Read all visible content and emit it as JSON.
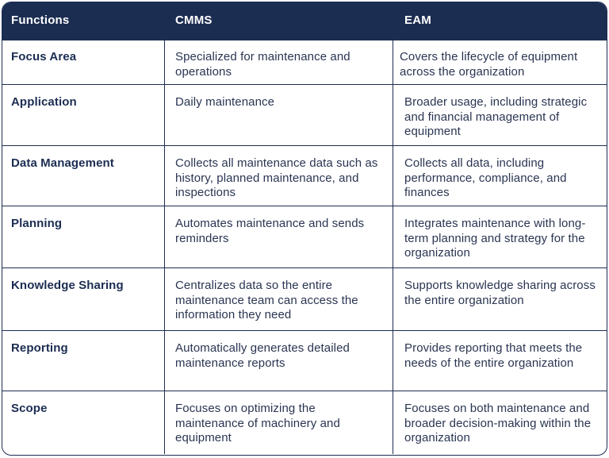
{
  "table": {
    "headers": [
      "Functions",
      "CMMS",
      "EAM"
    ],
    "rows": [
      {
        "function": "Focus Area",
        "cmms": "Specialized for maintenance and operations",
        "eam": "Covers the lifecycle of equipment across the organization"
      },
      {
        "function": "Application",
        "cmms": "Daily maintenance",
        "eam": "Broader usage, including strategic and financial management of equipment"
      },
      {
        "function": "Data Management",
        "cmms": "Collects all maintenance data such as history, planned maintenance, and inspections",
        "eam": "Collects all data, including performance, compliance, and finances"
      },
      {
        "function": "Planning",
        "cmms": "Automates maintenance and sends reminders",
        "eam": "Integrates maintenance with long-term planning and strategy for the organization"
      },
      {
        "function": "Knowledge Sharing",
        "cmms": "Centralizes data so the entire maintenance team can access the information they need",
        "eam": "Supports knowledge sharing across the entire organization"
      },
      {
        "function": "Reporting",
        "cmms": "Automatically generates detailed maintenance reports",
        "eam": "Provides reporting that meets the needs of the entire organization"
      },
      {
        "function": "Scope",
        "cmms": "Focuses on optimizing the maintenance of machinery and equipment",
        "eam": "Focuses on both maintenance and broader decision-making within the organization"
      }
    ]
  },
  "colors": {
    "header_bg": "#1c2d52",
    "header_text": "#ffffff",
    "border": "#1c2d52"
  }
}
